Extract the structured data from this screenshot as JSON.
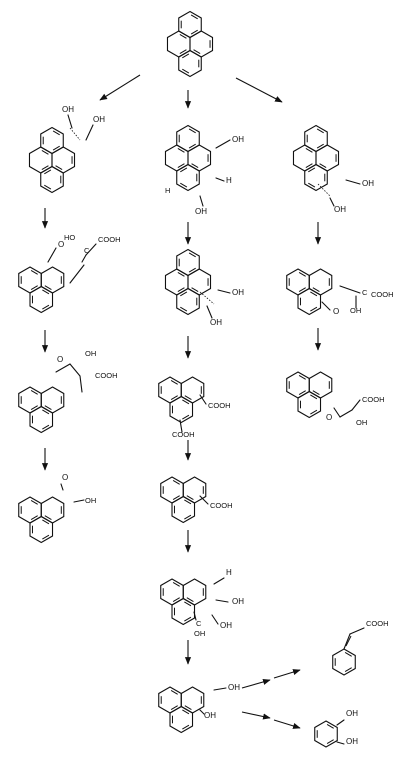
{
  "labels": {
    "oh": "OH",
    "cooh": "COOH",
    "h": "H",
    "o": "O",
    "c": "C",
    "ho": "HO",
    "co": "C",
    "oh_stack": "OH"
  },
  "colors": {
    "ink": "#111111",
    "background": "#ffffff"
  }
}
